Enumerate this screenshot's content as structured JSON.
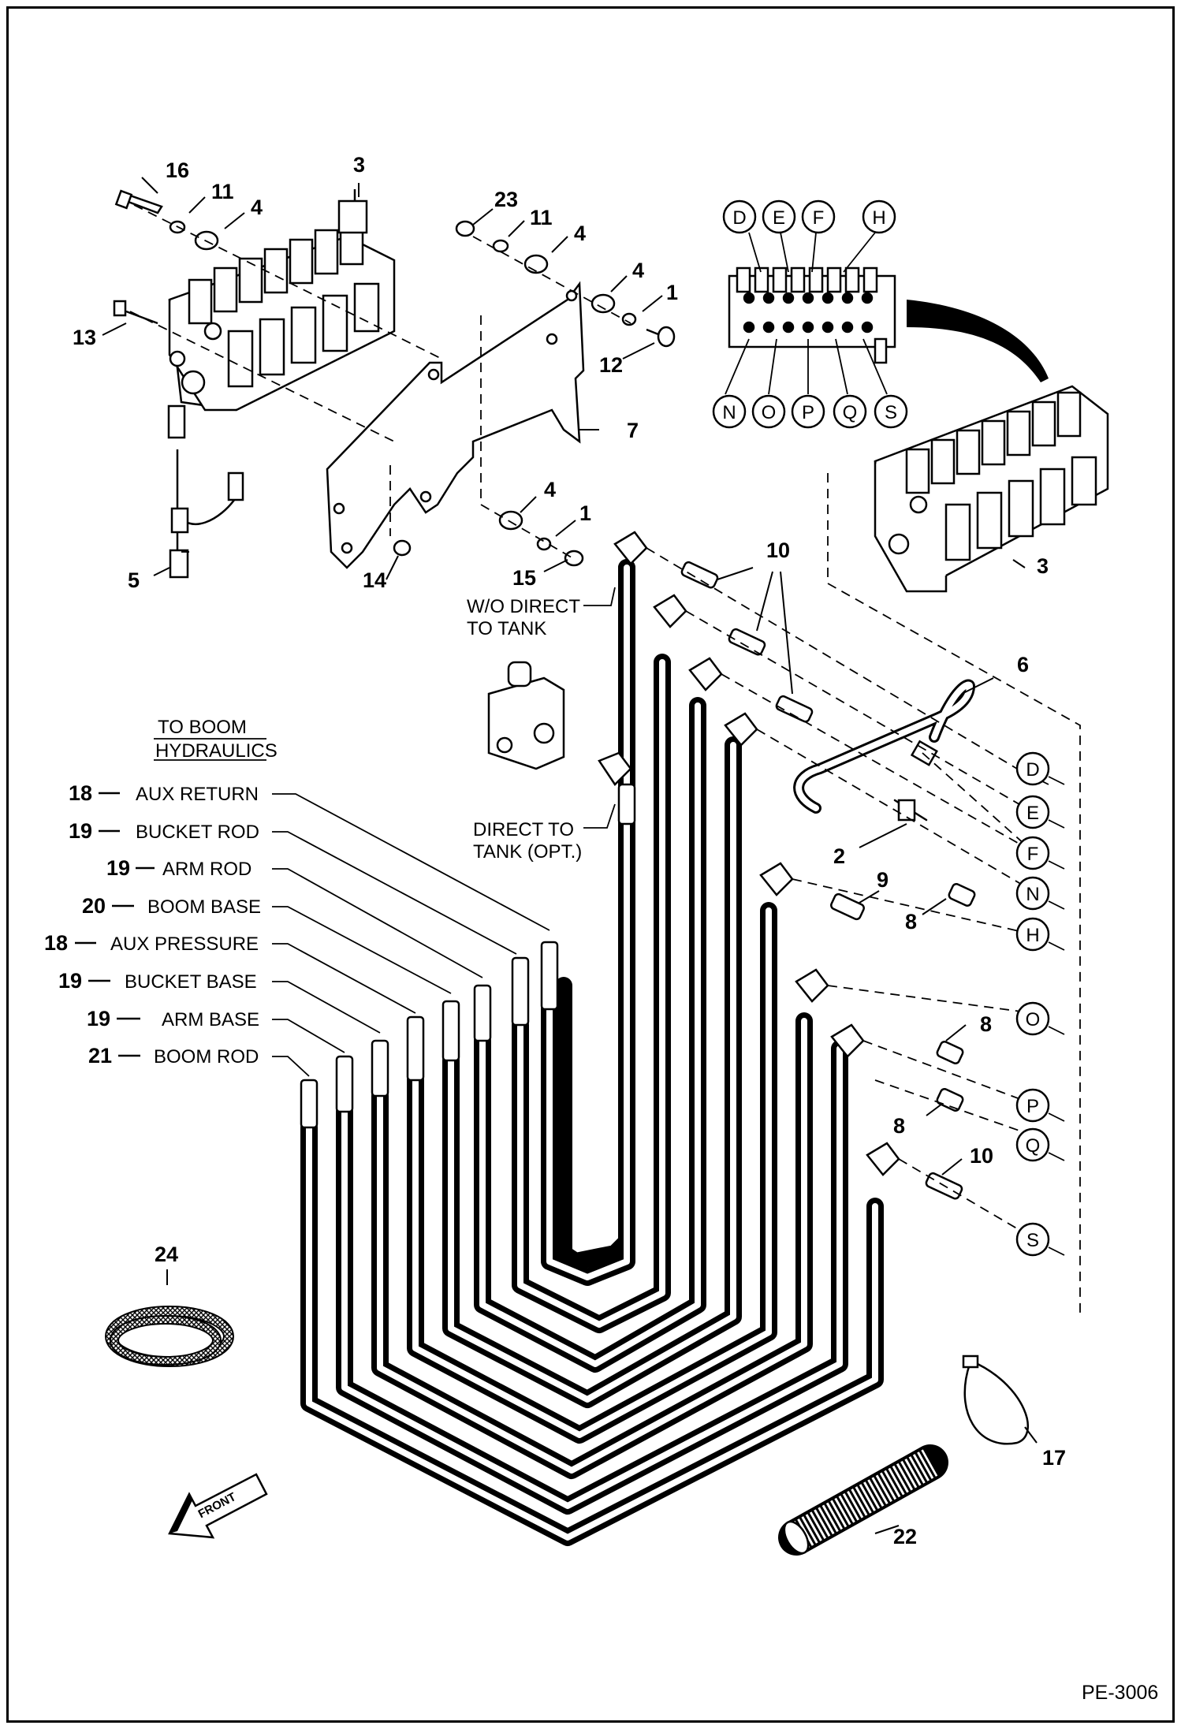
{
  "drawing_id": "PE-3006",
  "front_label": "FRONT",
  "header": {
    "line1": "TO BOOM",
    "line2": "HYDRAULICS"
  },
  "hose_labels": [
    {
      "num": "18",
      "text": "AUX RETURN"
    },
    {
      "num": "19",
      "text": "BUCKET ROD"
    },
    {
      "num": "19",
      "text": "ARM ROD"
    },
    {
      "num": "20",
      "text": "BOOM BASE"
    },
    {
      "num": "18",
      "text": "AUX PRESSURE"
    },
    {
      "num": "19",
      "text": "BUCKET BASE"
    },
    {
      "num": "19",
      "text": "ARM BASE"
    },
    {
      "num": "21",
      "text": "BOOM ROD"
    }
  ],
  "tank_labels": {
    "wo_direct_1": "W/O DIRECT",
    "wo_direct_2": "TO TANK",
    "direct_1": "DIRECT TO",
    "direct_2": "TANK (OPT.)"
  },
  "port_letters_top": [
    "D",
    "E",
    "F",
    "H"
  ],
  "port_letters_bottom": [
    "N",
    "O",
    "P",
    "Q",
    "S"
  ],
  "port_letters_right": [
    "D",
    "E",
    "F",
    "N",
    "H",
    "O",
    "P",
    "Q",
    "S"
  ],
  "callouts": {
    "c16": "16",
    "c3a": "3",
    "c11a": "11",
    "c4a": "4",
    "c13": "13",
    "c5": "5",
    "c14": "14",
    "c23": "23",
    "c11b": "11",
    "c4b": "4",
    "c4c": "4",
    "c1a": "1",
    "c12": "12",
    "c7": "7",
    "c4d": "4",
    "c1b": "1",
    "c15": "15",
    "c10a": "10",
    "c3b": "3",
    "c6": "6",
    "c2": "2",
    "c9": "9",
    "c8a": "8",
    "c8b": "8",
    "c8c": "8",
    "c10b": "10",
    "c24": "24",
    "c17": "17",
    "c22": "22"
  }
}
